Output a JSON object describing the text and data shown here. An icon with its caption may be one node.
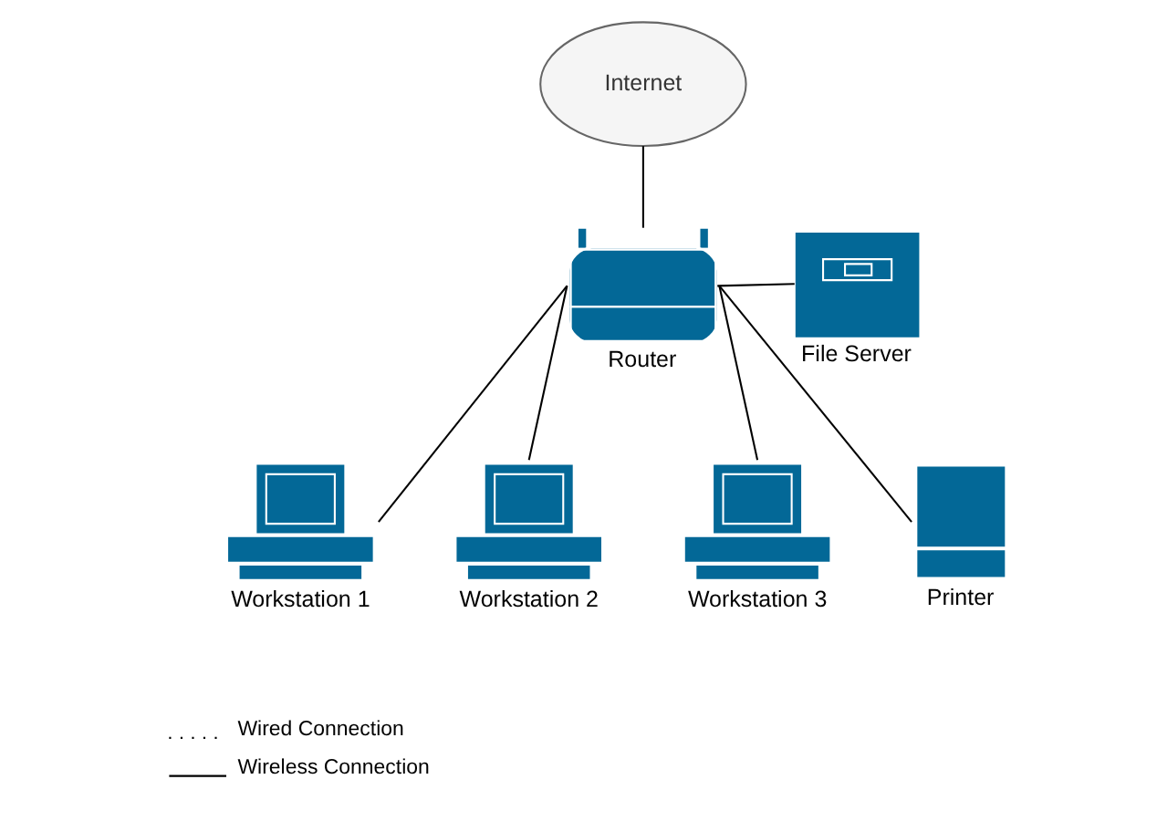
{
  "diagram": {
    "nodes": [
      {
        "text": [
          "Internet"
        ]
      },
      {
        "text": [
          "Router"
        ]
      },
      {
        "text": [
          "File Server"
        ]
      },
      {
        "text": [
          "Workstation 1"
        ]
      },
      {
        "text": [
          "Workstation 2"
        ]
      },
      {
        "text": [
          "Workstation 3"
        ]
      },
      {
        "text": [
          "Printer"
        ]
      }
    ],
    "edges": [
      {
        "from": 0,
        "to": 1,
        "arrow": "none"
      },
      {
        "from": 1,
        "to": 3,
        "arrow": "none"
      },
      {
        "from": 1,
        "to": 4,
        "arrow": "none"
      },
      {
        "from": 1,
        "to": 5,
        "arrow": "none"
      },
      {
        "from": 1,
        "to": 2,
        "arrow": "none"
      },
      {
        "from": 1,
        "to": 6,
        "arrow": "none"
      }
    ],
    "legend": [
      {
        "text": "Wired Connection"
      },
      {
        "text": "Wireless Connection"
      }
    ]
  }
}
